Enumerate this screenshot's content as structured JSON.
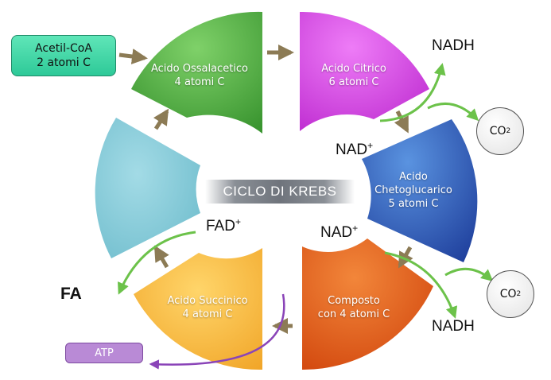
{
  "center_title": "CICLO DI KREBS",
  "input_box": {
    "line1": "Acetil-CoA",
    "line2": "2 atomi C"
  },
  "segments": {
    "ossalacetico": {
      "label": "Acido Ossalacetico\n4 atomi C",
      "color": "#49ad3e"
    },
    "citrico": {
      "label": "Acido Citrico\n6 atomi C",
      "color": "#d63fe6"
    },
    "chetoglucarico": {
      "label": "Acido\nChetoglucarico\n5 atomi C",
      "color": "#2e62bf"
    },
    "composto": {
      "label": "Composto\ncon 4 atomi C",
      "color": "#e2581e"
    },
    "succinico": {
      "label": "Acido Succinico\n4 atomi C",
      "color": "#f5b73a"
    },
    "fumarato": {
      "label": "",
      "color": "#7cc9d8"
    }
  },
  "cofactors": {
    "nadh_top": "NADH",
    "nad_top": "NAD",
    "nad_bottom": "NAD",
    "nadh_bottom": "NADH",
    "fad": "FAD",
    "plus": "+"
  },
  "co2": {
    "text": "CO",
    "subscript": "2"
  },
  "atp_label": "ATP",
  "fa_label": "FA"
}
